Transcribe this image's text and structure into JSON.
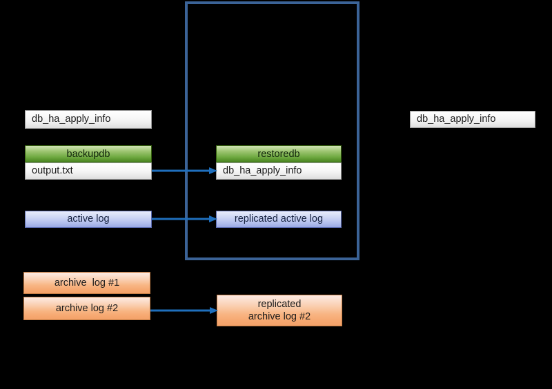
{
  "diagram": {
    "title": "Database HA replication diagram",
    "background_color": "#000000",
    "container": {
      "label": "standby-container",
      "border_color": "#3b6397"
    },
    "colors": {
      "arrow": "#1f6fbd",
      "green_header": "#6da83f",
      "orange_box": "#f8b583",
      "lavender_box": "#b4c0ee",
      "white_box": "#f2f2f2",
      "container_border": "#3b6397"
    },
    "nodes": {
      "source_apply_info": "db_ha_apply_info",
      "backupdb_header": "backupdb",
      "backupdb_file": "output.txt",
      "active_log": "active log",
      "archive_log_1": "archive  log #1",
      "archive_log_2": "archive log #2",
      "restoredb_header": "restoredb",
      "restoredb_apply_info": "db_ha_apply_info",
      "replicated_active_log": "replicated active log",
      "replicated_archive_log_2_line1": "replicated",
      "replicated_archive_log_2_line2": "archive log #2",
      "target_apply_info": "db_ha_apply_info"
    },
    "arrows": [
      {
        "name": "output-to-apply-info",
        "from": "output.txt",
        "to": "db_ha_apply_info"
      },
      {
        "name": "active-log-to-replicated-active-log",
        "from": "active log",
        "to": "replicated active log"
      },
      {
        "name": "archive-log-2-to-replicated-archive-log-2",
        "from": "archive log #2",
        "to": "replicated archive log #2"
      }
    ]
  }
}
